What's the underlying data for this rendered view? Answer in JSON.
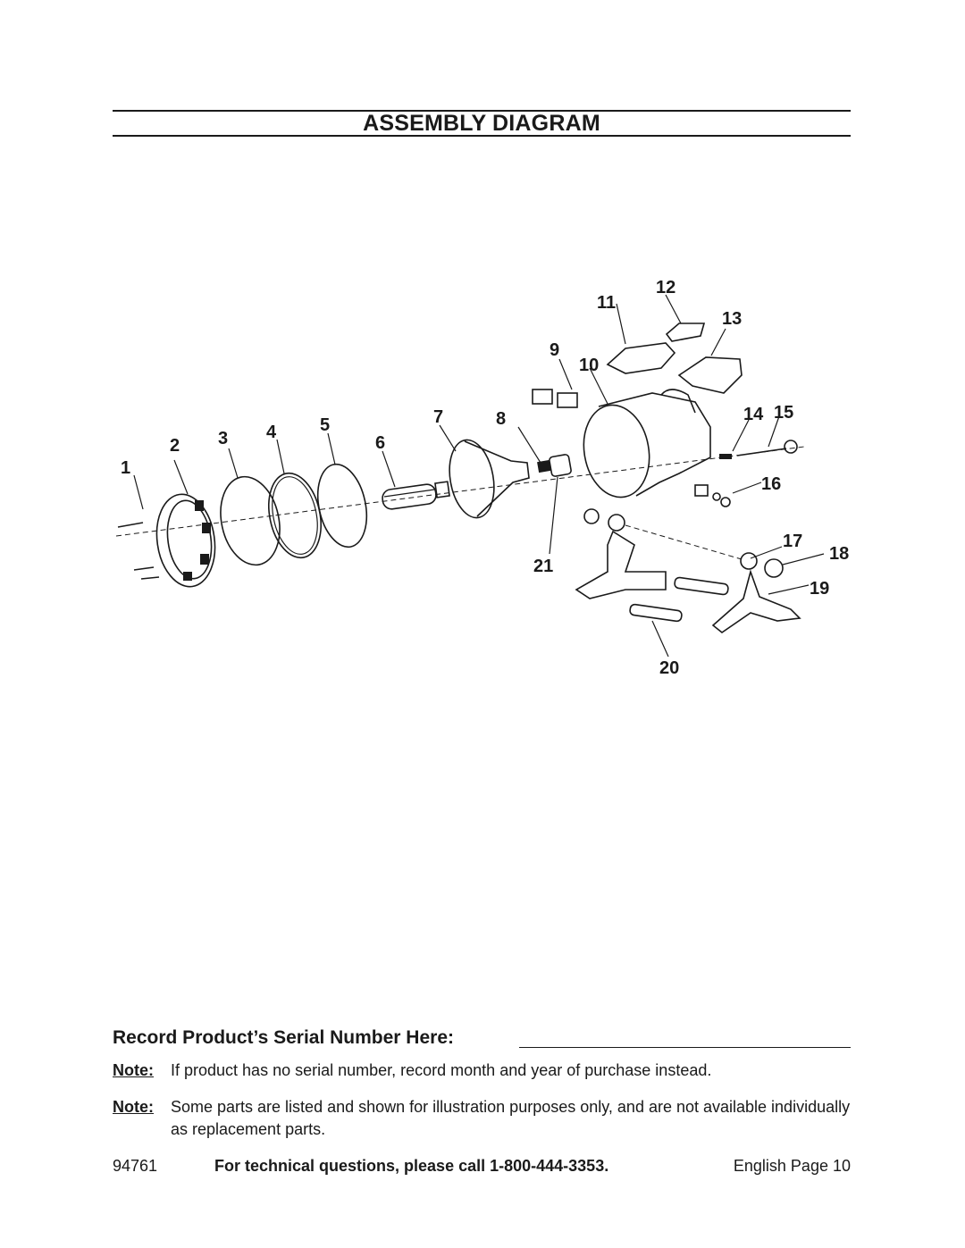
{
  "header": {
    "title": "ASSEMBLY DIAGRAM"
  },
  "diagram": {
    "part_labels": [
      "1",
      "2",
      "3",
      "4",
      "5",
      "6",
      "7",
      "8",
      "9",
      "10",
      "11",
      "12",
      "13",
      "14",
      "15",
      "16",
      "17",
      "18",
      "19",
      "20",
      "21"
    ]
  },
  "serial": {
    "label": "Record Product’s Serial Number Here:"
  },
  "notes": [
    {
      "label": "Note:",
      "text": "If product has no serial number, record month and year of purchase instead."
    },
    {
      "label": "Note:",
      "text": "Some parts are listed and shown for illustration purposes only, and are not available individually as replacement parts."
    }
  ],
  "footer": {
    "model": "94761",
    "tech": "For technical questions, please call 1-800-444-3353.",
    "page": "English Page 10"
  }
}
